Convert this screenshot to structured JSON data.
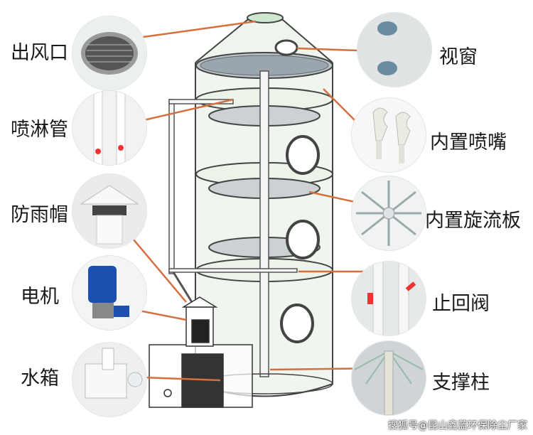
{
  "labels": {
    "outlet": "出风口",
    "spray_pipe": "喷淋管",
    "rain_cap": "防雨帽",
    "motor": "电机",
    "water_tank": "水箱",
    "sight_window": "视窗",
    "nozzle": "内置喷嘴",
    "swirl_plate": "内置旋流板",
    "check_valve": "止回阀",
    "support_column": "支撑柱"
  },
  "watermark": "搜狐号@昆山鑫蓝环保除尘厂家",
  "colors": {
    "leader_line": "#d4703e",
    "tower_outline": "#444444",
    "tower_fill": "#dfeedd",
    "motor_blue": "#1d4fb0"
  }
}
